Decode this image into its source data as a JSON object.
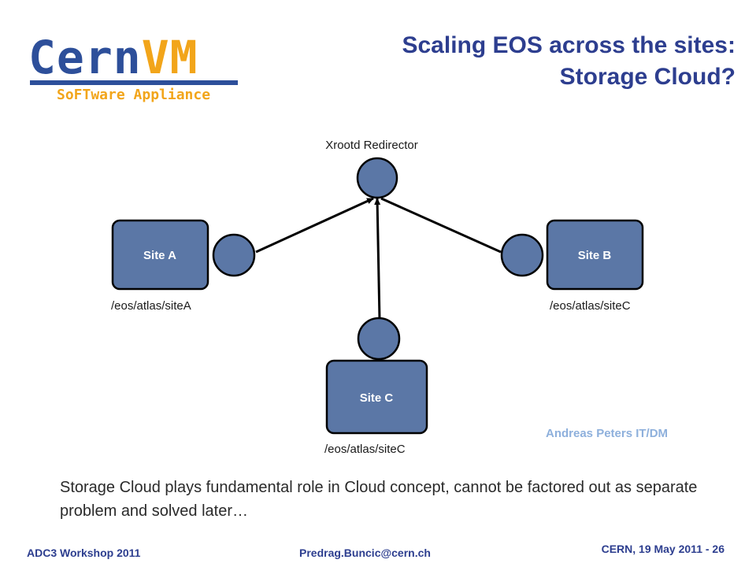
{
  "logo": {
    "main_cern": "Cern",
    "main_vm": "VM",
    "subtitle": "SoFTware Appliance"
  },
  "title": {
    "line1": "Scaling EOS across the sites:",
    "line2": "Storage Cloud?"
  },
  "diagram": {
    "redirector_label": "Xrootd Redirector",
    "sites": [
      {
        "name": "Site A",
        "path": "/eos/atlas/siteA"
      },
      {
        "name": "Site B",
        "path": "/eos/atlas/siteC"
      },
      {
        "name": "Site C",
        "path": "/eos/atlas/siteC"
      }
    ],
    "colors": {
      "node_fill": "#5b77a6",
      "node_stroke": "#000000",
      "edge": "#000000"
    }
  },
  "author": "Andreas Peters  IT/DM",
  "bullet": {
    "mark": "",
    "text": "Storage Cloud plays fundamental role in Cloud concept, cannot be factored out as separate problem and solved later…"
  },
  "footer": {
    "left": "ADC3 Workshop 2011",
    "center": "Predrag.Buncic@cern.ch",
    "right": "CERN, 19 May 2011  - 26"
  }
}
